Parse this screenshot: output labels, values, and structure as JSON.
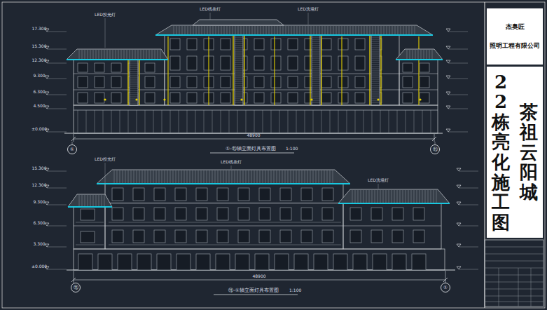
{
  "diagram": {
    "nodes": [
      {
        "text": [
          "杰奥匠",
          "照明工程有限公司"
        ]
      },
      {
        "text": [
          "茶祖云阳城",
          "22栋亮化施工图"
        ]
      }
    ],
    "labels": [
      "LED投光灯",
      "LED线条灯",
      "LED洗墙灯",
      "①-⑪轴立面灯具布置图",
      "1:100",
      "48900",
      "①",
      "⑪",
      "17.300",
      "15.300",
      "12.300",
      "9.300",
      "6.300",
      "4.500",
      "±0.000",
      "LED投光灯",
      "LED线条灯",
      "LED洗墙灯",
      "⑪-①轴立面灯具布置图",
      "1:100",
      "48900",
      "⑪",
      "①",
      "15.300",
      "12.300",
      "9.300",
      "6.300",
      "3.300",
      "±0.000"
    ]
  }
}
